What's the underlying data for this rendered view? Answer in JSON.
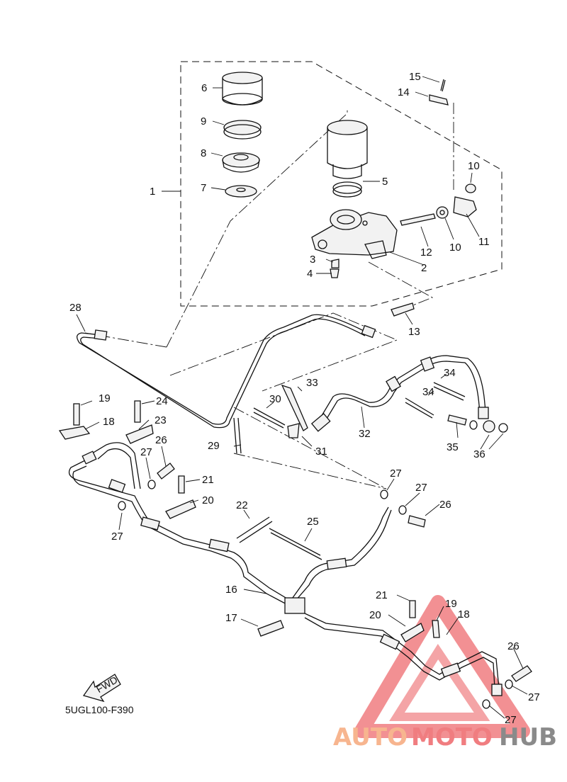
{
  "diagram_code": "5UGL100-F390",
  "fwd_label": "FWD",
  "brand": {
    "part1": "AUTO",
    "part2": "MOTO",
    "part3": "HUB",
    "color_triangle": "#f07d80",
    "color_auto": "#f7b58f",
    "color_hub": "#8a8a8a"
  },
  "callouts": [
    "1",
    "2",
    "3",
    "4",
    "5",
    "6",
    "7",
    "8",
    "9",
    "10",
    "10",
    "11",
    "12",
    "13",
    "14",
    "15",
    "16",
    "17",
    "18",
    "18",
    "19",
    "19",
    "20",
    "20",
    "21",
    "21",
    "22",
    "23",
    "24",
    "25",
    "26",
    "26",
    "26",
    "27",
    "27",
    "27",
    "27",
    "27",
    "27",
    "28",
    "29",
    "30",
    "31",
    "32",
    "33",
    "34",
    "34",
    "35",
    "36"
  ]
}
